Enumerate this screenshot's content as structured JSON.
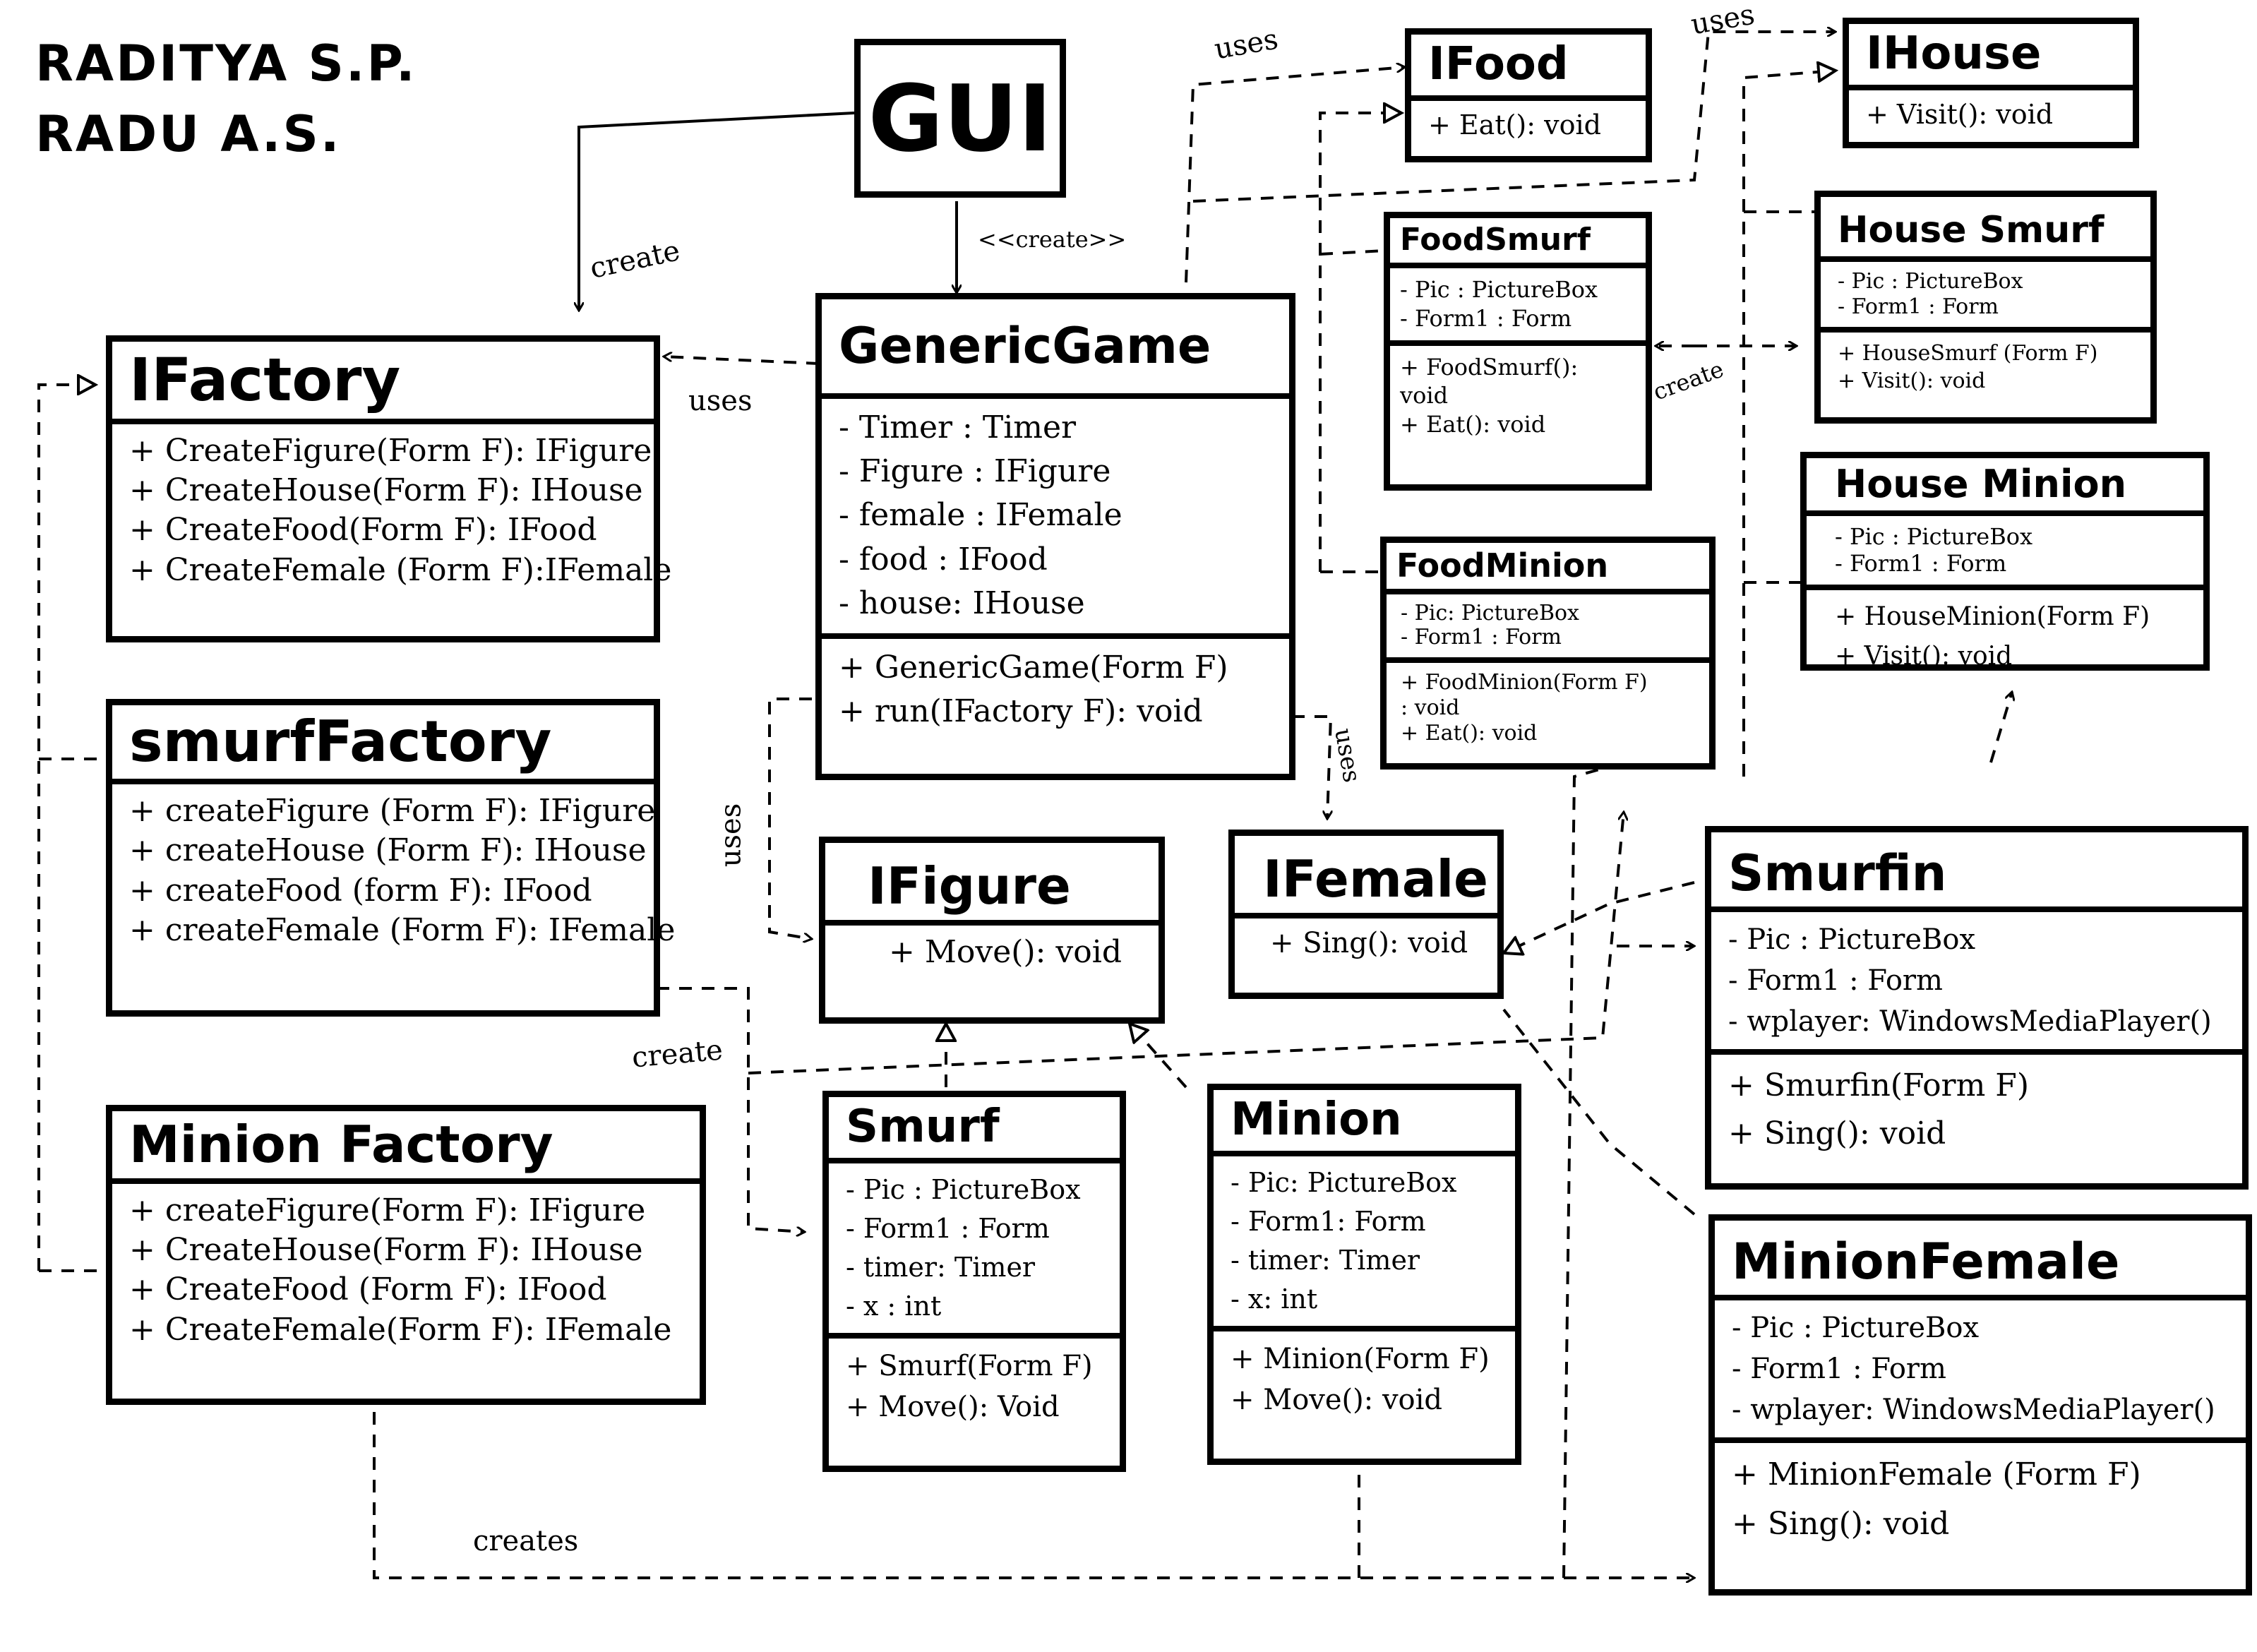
{
  "authors": [
    "RADITYA S.P.",
    "RADU A.S."
  ],
  "gui": {
    "title": "GUI"
  },
  "classes": {
    "ifactory": {
      "title": "IFactory",
      "attributes": [],
      "operations": [
        "+ CreateFigure(Form F): IFigure",
        "+ CreateHouse(Form F): IHouse",
        "+ CreateFood(Form F): IFood",
        "+ CreateFemale (Form F):IFemale"
      ]
    },
    "smurf_factory": {
      "title": "smurfFactory",
      "attributes": [],
      "operations": [
        "+ createFigure (Form F): IFigure",
        "+ createHouse (Form F): IHouse",
        "+ createFood (form F): IFood",
        "+ createFemale (Form F): IFemale"
      ]
    },
    "minion_factory": {
      "title": "Minion Factory",
      "attributes": [],
      "operations": [
        "+ createFigure(Form F): IFigure",
        "+ CreateHouse(Form F): IHouse",
        "+ CreateFood (Form F): IFood",
        "+ CreateFemale(Form F): IFemale"
      ]
    },
    "generic_game": {
      "title": "GenericGame",
      "attributes": [
        "- Timer : Timer",
        "- Figure : IFigure",
        "- female : IFemale",
        "- food : IFood",
        "- house: IHouse"
      ],
      "operations": [
        "+ GenericGame(Form F)",
        "+ run(IFactory F): void"
      ]
    },
    "ifigure": {
      "title": "IFigure",
      "attributes": [],
      "operations": [
        "+ Move(): void"
      ]
    },
    "ifemale": {
      "title": "IFemale",
      "attributes": [],
      "operations": [
        "+ Sing(): void"
      ]
    },
    "smurf": {
      "title": "Smurf",
      "attributes": [
        "- Pic : PictureBox",
        "- Form1 : Form",
        "- timer: Timer",
        "- x : int"
      ],
      "operations": [
        "+ Smurf(Form F)",
        "+ Move(): Void"
      ]
    },
    "minion": {
      "title": "Minion",
      "attributes": [
        "- Pic: PictureBox",
        "- Form1: Form",
        "- timer: Timer",
        "- x: int"
      ],
      "operations": [
        "+ Minion(Form F)",
        "+ Move(): void"
      ]
    },
    "ifood": {
      "title": "IFood",
      "attributes": [],
      "operations": [
        "+ Eat(): void"
      ]
    },
    "ihouse": {
      "title": "IHouse",
      "attributes": [],
      "operations": [
        "+ Visit(): void"
      ]
    },
    "food_smurf": {
      "title": "FoodSmurf",
      "attributes": [
        "- Pic : PictureBox",
        "- Form1 : Form"
      ],
      "operations": [
        "+ FoodSmurf():",
        "  void",
        "+ Eat(): void"
      ]
    },
    "food_minion": {
      "title": "FoodMinion",
      "attributes": [
        "- Pic: PictureBox",
        "- Form1 : Form"
      ],
      "operations": [
        "+ FoodMinion(Form F)",
        "  : void",
        "+ Eat(): void"
      ]
    },
    "house_smurf": {
      "title": "House Smurf",
      "attributes": [
        "- Pic : PictureBox",
        "- Form1 : Form"
      ],
      "operations": [
        "+ HouseSmurf (Form F)",
        "+ Visit(): void"
      ]
    },
    "house_minion": {
      "title": "House Minion",
      "attributes": [
        "- Pic : PictureBox",
        "- Form1 : Form"
      ],
      "operations": [
        "+ HouseMinion(Form F)",
        "+ Visit(): void"
      ]
    },
    "smurfette": {
      "title": "Smurfin",
      "attributes": [
        "- Pic : PictureBox",
        "- Form1 : Form",
        "- wplayer: WindowsMediaPlayer()"
      ],
      "operations": [
        "+ Smurfin(Form F)",
        "+ Sing(): void"
      ]
    },
    "minion_female": {
      "title": "MinionFemale",
      "attributes": [
        "- Pic : PictureBox",
        "- Form1 : Form",
        "- wplayer: WindowsMediaPlayer()"
      ],
      "operations": [
        "+ MinionFemale (Form F)",
        "+ Sing(): void"
      ]
    }
  },
  "labels": {
    "gui_create_ifactory": "create",
    "gui_create_game": "<<create>>",
    "game_uses_ifactory": "uses",
    "uses_ifood": "uses",
    "uses_ihouse": "uses",
    "create_food_smurf": "create",
    "game_uses_ifigure": "uses",
    "game_uses_ifemale": "uses",
    "smurf_factory_create": "create",
    "minion_factory_creates": "creates"
  }
}
